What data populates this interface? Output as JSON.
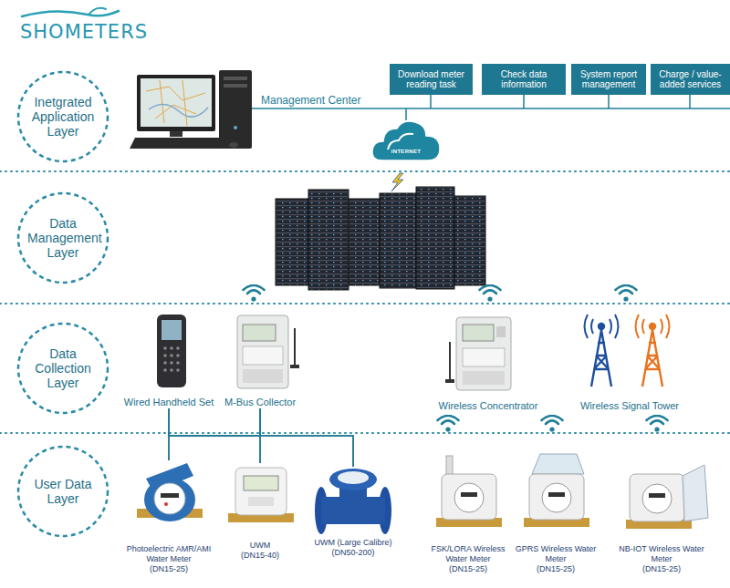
{
  "diagram": {
    "nodes": [
      {
        "text": [
          "Inetgrated Application Layer"
        ]
      },
      {
        "text": [
          "Download meter reading task"
        ]
      },
      {
        "text": [
          "Check data information"
        ]
      },
      {
        "text": [
          "System report management"
        ]
      },
      {
        "text": [
          "Charge / value-added services"
        ]
      },
      {
        "text": [
          "INTERNET"
        ]
      },
      {
        "text": [
          "Data Management Layer"
        ]
      },
      {
        "text": [
          "Data Collection Layer"
        ]
      },
      {
        "text": [
          "Wired Handheld Set"
        ]
      },
      {
        "text": [
          "M-Bus Collector"
        ]
      },
      {
        "text": [
          "Wireless Concentrator"
        ]
      },
      {
        "text": [
          "Wireless Signal Tower"
        ]
      },
      {
        "text": [
          "User Data Layer"
        ]
      },
      {
        "text": [
          "Photoelectric AMR/AMI Water Meter",
          "(DN15-25)"
        ]
      },
      {
        "text": [
          "UWM",
          "(DN15-40)"
        ]
      },
      {
        "text": [
          "UWM (Large Calibre)",
          "(DN50-200)"
        ]
      },
      {
        "text": [
          "FSK/LORA Wireless Water Meter",
          "(DN15-25)"
        ]
      },
      {
        "text": [
          "GPRS Wireless Water Meter",
          "(DN15-25)"
        ]
      },
      {
        "text": [
          "NB-IOT Wireless Water Meter",
          "(DN15-25)"
        ]
      }
    ],
    "edges": [
      {
        "from": 8,
        "to": 13,
        "arrow": "none"
      },
      {
        "from": 8,
        "to": 14,
        "arrow": "none"
      },
      {
        "from": 8,
        "to": 15,
        "arrow": "none"
      },
      {
        "from": 9,
        "to": 13,
        "arrow": "none"
      },
      {
        "from": 9,
        "to": 14,
        "arrow": "none"
      },
      {
        "from": 9,
        "to": 15,
        "arrow": "none"
      }
    ],
    "labels": [
      "SHOMETERS",
      "Management Center"
    ]
  }
}
